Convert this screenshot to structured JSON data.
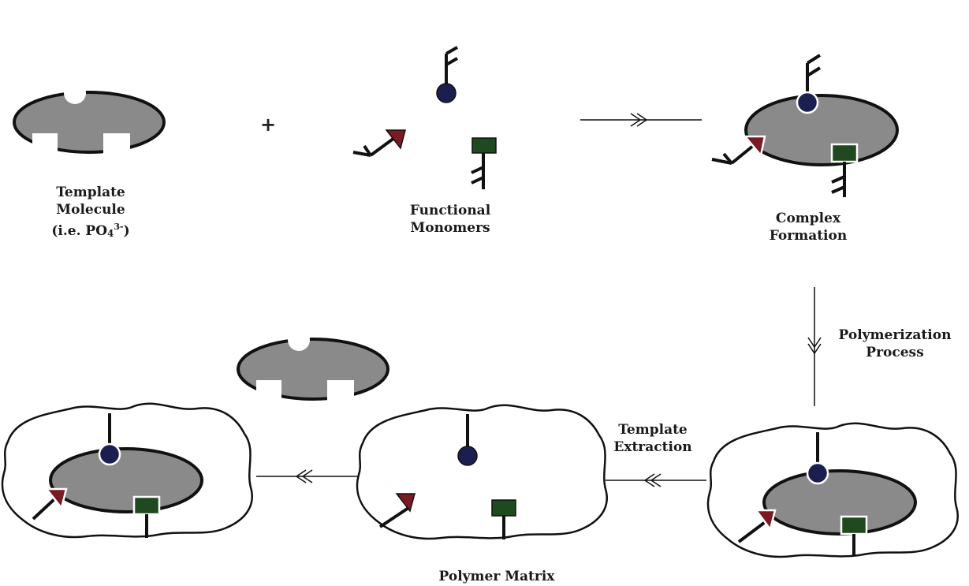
{
  "labels": {
    "template_molecule": {
      "line1": "Template",
      "line2": "Molecule",
      "line3_prefix": "(i.e. PO",
      "line3_sub": "4",
      "line3_sup": "3-",
      "line3_suffix": ")"
    },
    "functional_monomers": {
      "line1": "Functional",
      "line2": "Monomers"
    },
    "complex_formation": {
      "line1": "Complex",
      "line2": "Formation"
    },
    "polymerization_process": {
      "line1": "Polymerization",
      "line2": "Process"
    },
    "template_extraction": {
      "line1": "Template",
      "line2": "Extraction"
    },
    "polymer_matrix": "Polymer Matrix",
    "plus_sign": "+"
  },
  "colors": {
    "template_fill": "#8a8a8a",
    "outline": "#111111",
    "circle_monomer": "#1b1f4f",
    "arrow_monomer": "#7a1a22",
    "square_monomer": "#1f4a1f"
  }
}
